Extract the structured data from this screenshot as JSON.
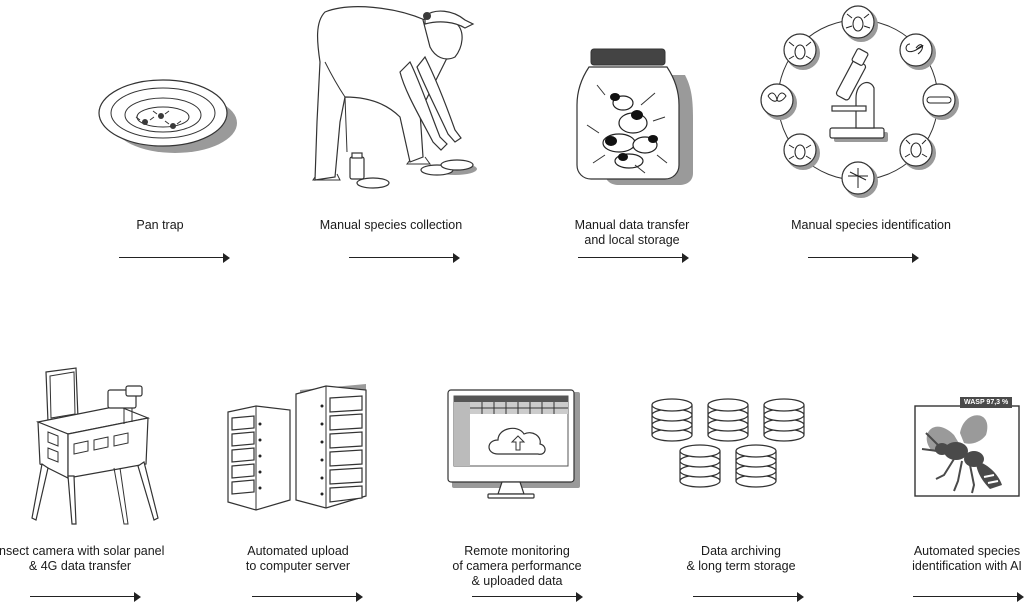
{
  "top_row": [
    {
      "label_lines": [
        "Pan trap"
      ]
    },
    {
      "label_lines": [
        "Manual species collection"
      ]
    },
    {
      "label_lines": [
        "Manual data transfer",
        "and local storage"
      ]
    },
    {
      "label_lines": [
        "Manual species identification"
      ]
    }
  ],
  "bottom_row": [
    {
      "label_lines": [
        "Insect camera with solar panel",
        "& 4G data transfer"
      ]
    },
    {
      "label_lines": [
        "Automated upload",
        "to computer server"
      ]
    },
    {
      "label_lines": [
        "Remote monitoring",
        "of camera performance",
        "& uploaded data"
      ]
    },
    {
      "label_lines": [
        "Data archiving",
        "& long term storage"
      ]
    },
    {
      "label_lines": [
        "Automated species",
        "identification with AI"
      ]
    }
  ],
  "ai_badge": "WASP 97,3 %",
  "icons": {
    "pan_trap": "pan-trap-icon",
    "collector": "person-collecting-icon",
    "jar": "insect-jar-icon",
    "microscope": "microscope-ring-icon",
    "camera": "insect-camera-icon",
    "server": "server-rack-icon",
    "monitor": "cloud-monitor-icon",
    "database": "database-stack-icon",
    "wasp": "wasp-identification-icon"
  }
}
